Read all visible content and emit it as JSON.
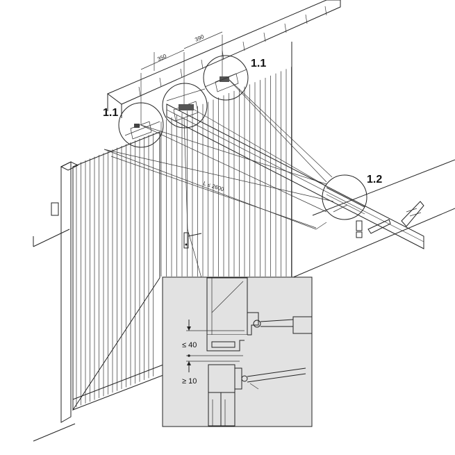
{
  "callouts": {
    "c1": "1.1",
    "c2": "1.1",
    "c3": "1.2"
  },
  "dimensions": {
    "d350": "350",
    "d390": "390",
    "length": "L ≤ 2600"
  },
  "inset": {
    "max_gap": "≤ 40",
    "min_gap": "≥ 10"
  }
}
